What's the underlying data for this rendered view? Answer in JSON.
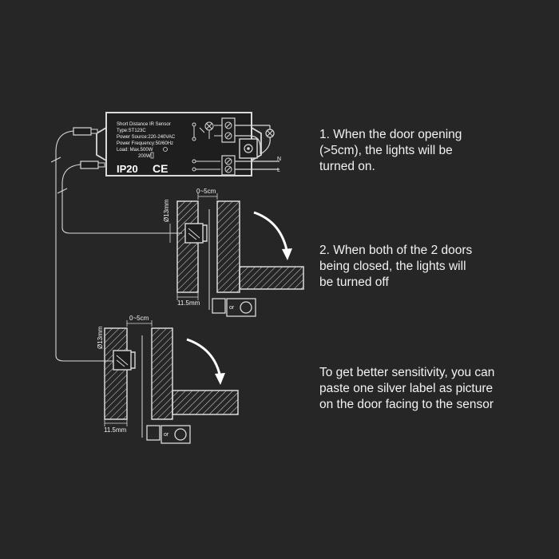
{
  "colors": {
    "background": "#262626",
    "line": "#d9d9d9",
    "text": "#f2f2f2",
    "box_fill": "#1e1e1e"
  },
  "sensor_box": {
    "title": "Short Distance IR Sensor",
    "type": "Type:ST123C",
    "power_source": "Power Source:220-240VAC",
    "power_frequency": "Power Frequency:50/60Hz",
    "load": "Load: Max.500W",
    "load_icon": "bulb-icon",
    "load_led": "200W",
    "load_led_icon": "led-icon",
    "ip_rating": "IP20",
    "ce_mark": "CE",
    "terminal_n": "N",
    "terminal_l": "L"
  },
  "detail_top": {
    "gap_label": "0~5cm",
    "diameter_label": "Ø13mm",
    "depth_label": "11.5mm",
    "or_label": "or"
  },
  "detail_bottom": {
    "gap_label": "0~5cm",
    "diameter_label": "Ø13mm",
    "depth_label": "11.5mm",
    "or_label": "or"
  },
  "notes": {
    "note1": [
      "1. When the door opening",
      "(>5cm), the lights will be",
      "turned on."
    ],
    "note2": [
      "2. When both of the 2 doors",
      "being closed, the lights will",
      "be turned off"
    ],
    "note3": [
      "To get better sensitivity, you can",
      "paste one silver label as picture",
      "on the door facing to the sensor"
    ]
  }
}
